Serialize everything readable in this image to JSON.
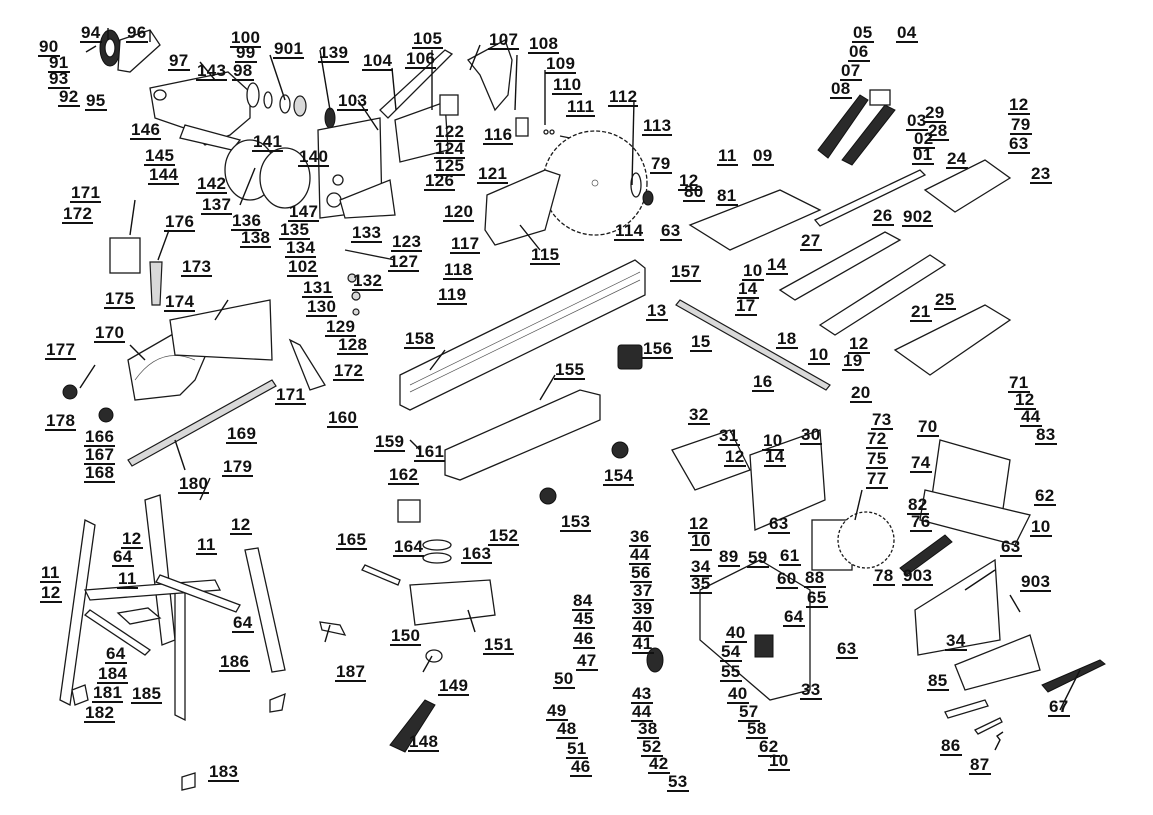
{
  "diagram": {
    "title": "Exploded parts diagram – table saw",
    "labels": {
      "p01": "01",
      "p02": "02",
      "p03": "03",
      "p04": "04",
      "p05": "05",
      "p06": "06",
      "p07": "07",
      "p08": "08",
      "p09": "09",
      "p10": "10",
      "p11": "11",
      "p12": "12",
      "p13": "13",
      "p14": "14",
      "p15": "15",
      "p16": "16",
      "p17": "17",
      "p18": "18",
      "p19": "19",
      "p20": "20",
      "p21": "21",
      "p23": "23",
      "p24": "24",
      "p25": "25",
      "p26": "26",
      "p27": "27",
      "p28": "28",
      "p29": "29",
      "p30": "30",
      "p31": "31",
      "p32": "32",
      "p33": "33",
      "p34": "34",
      "p35": "35",
      "p36": "36",
      "p37": "37",
      "p38": "38",
      "p39": "39",
      "p40": "40",
      "p41": "41",
      "p42": "42",
      "p43": "43",
      "p44": "44",
      "p45": "45",
      "p46": "46",
      "p47": "47",
      "p48": "48",
      "p49": "49",
      "p50": "50",
      "p51": "51",
      "p52": "52",
      "p53": "53",
      "p54": "54",
      "p55": "55",
      "p56": "56",
      "p57": "57",
      "p58": "58",
      "p59": "59",
      "p60": "60",
      "p61": "61",
      "p62": "62",
      "p63": "63",
      "p64": "64",
      "p65": "65",
      "p67": "67",
      "p70": "70",
      "p71": "71",
      "p72": "72",
      "p73": "73",
      "p74": "74",
      "p75": "75",
      "p76": "76",
      "p77": "77",
      "p78": "78",
      "p79": "79",
      "p80": "80",
      "p81": "81",
      "p82": "82",
      "p83": "83",
      "p84": "84",
      "p85": "85",
      "p86": "86",
      "p87": "87",
      "p88": "88",
      "p89": "89",
      "p90": "90",
      "p91": "91",
      "p92": "92",
      "p93": "93",
      "p94": "94",
      "p95": "95",
      "p96": "96",
      "p97": "97",
      "p98": "98",
      "p99": "99",
      "p100": "100",
      "p102": "102",
      "p103": "103",
      "p104": "104",
      "p105": "105",
      "p106": "106",
      "p107": "107",
      "p108": "108",
      "p109": "109",
      "p110": "110",
      "p111": "111",
      "p112": "112",
      "p113": "113",
      "p114": "114",
      "p115": "115",
      "p116": "116",
      "p117": "117",
      "p118": "118",
      "p119": "119",
      "p120": "120",
      "p121": "121",
      "p122": "122",
      "p123": "123",
      "p124": "124",
      "p125": "125",
      "p126": "126",
      "p127": "127",
      "p128": "128",
      "p129": "129",
      "p130": "130",
      "p131": "131",
      "p132": "132",
      "p133": "133",
      "p134": "134",
      "p135": "135",
      "p136": "136",
      "p137": "137",
      "p138": "138",
      "p139": "139",
      "p140": "140",
      "p141": "141",
      "p142": "142",
      "p143": "143",
      "p144": "144",
      "p145": "145",
      "p146": "146",
      "p147": "147",
      "p148": "148",
      "p149": "149",
      "p150": "150",
      "p151": "151",
      "p152": "152",
      "p153": "153",
      "p154": "154",
      "p155": "155",
      "p156": "156",
      "p157": "157",
      "p158": "158",
      "p159": "159",
      "p160": "160",
      "p161": "161",
      "p162": "162",
      "p163": "163",
      "p164": "164",
      "p165": "165",
      "p166": "166",
      "p167": "167",
      "p168": "168",
      "p169": "169",
      "p170": "170",
      "p171": "171",
      "p172": "172",
      "p173": "173",
      "p174": "174",
      "p175": "175",
      "p176": "176",
      "p177": "177",
      "p178": "178",
      "p179": "179",
      "p180": "180",
      "p181": "181",
      "p182": "182",
      "p183": "183",
      "p184": "184",
      "p185": "185",
      "p186": "186",
      "p187": "187",
      "p901": "901",
      "p902": "902",
      "p903": "903"
    }
  }
}
